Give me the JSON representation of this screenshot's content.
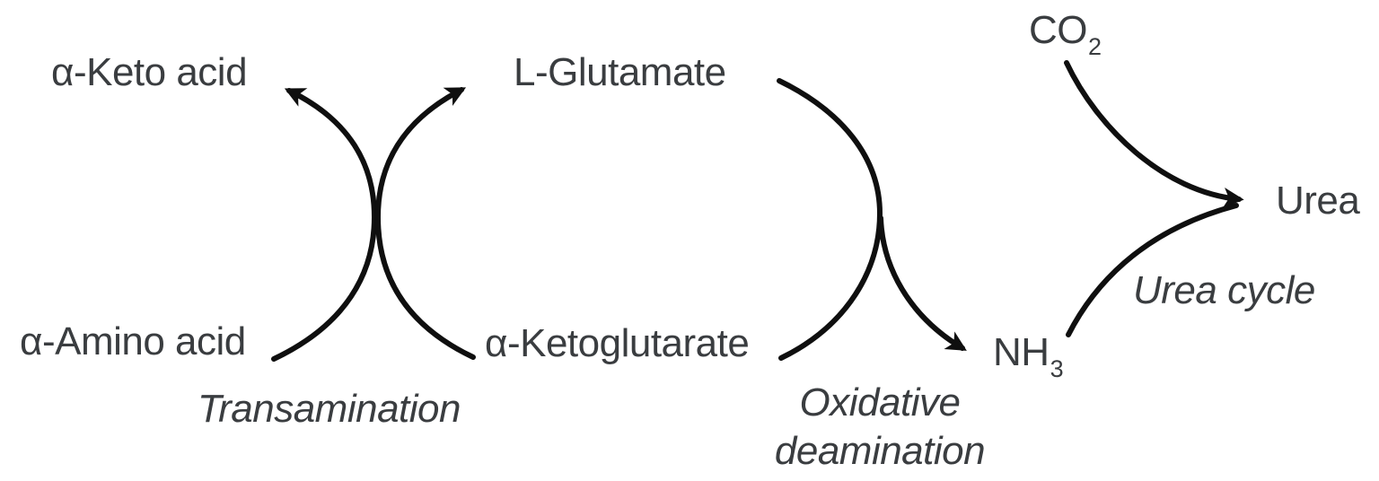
{
  "diagram": {
    "background_color": "#ffffff",
    "text_color": "#3a3d40",
    "arrow_color": "#0f0f0f",
    "nodes": {
      "alpha_keto_acid": "α-Keto acid",
      "l_glutamate": "L-Glutamate",
      "co2_base": "CO",
      "co2_subscript": "2",
      "urea": "Urea",
      "alpha_amino_acid": "α-Amino acid",
      "alpha_ketoglutarate": "α-Ketoglutarate",
      "nh3_base": "NH",
      "nh3_subscript": "3"
    },
    "process_labels": {
      "transamination": "Transamination",
      "oxidative_deamination_line1": "Oxidative",
      "oxidative_deamination_line2": "deamination",
      "urea_cycle": "Urea cycle"
    }
  }
}
